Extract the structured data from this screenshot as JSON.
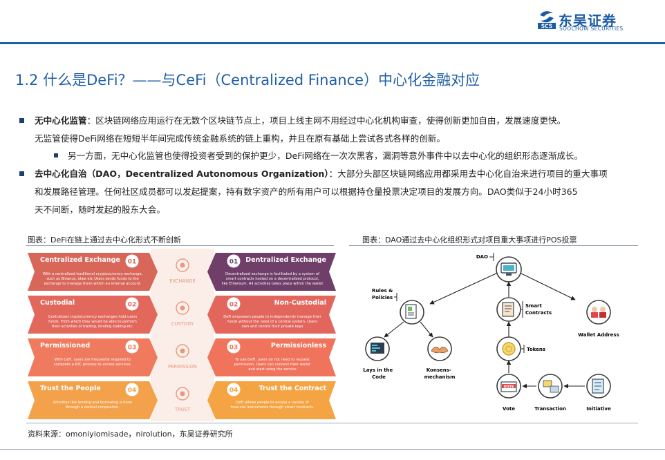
{
  "header": {
    "logo_cn": "东吴证券",
    "logo_en": "SOOCHOW SECURITIES",
    "logo_mark_text": "SCS",
    "title": "1.2 什么是DeFi？——与CeFi（Centralized Finance）中心化金融对应"
  },
  "body": {
    "p1_bold": "无中心化监管",
    "p1_line1": "：区块链网络应用运行在无数个区块链节点上，项目上线主网不用经过中心化机构审查，使得创新更加自由，发展速度更快。",
    "p1_line2": "无监管使得DeFi网络在短短半年间完成传统金融系统的链上重构，并且在原有基础上尝试各式各样的创新。",
    "p1_sub": "另一方面，无中心化监管也使得投资者受到的保护更少，DeFi网络在一次次黑客，漏洞等意外事件中以去中心化的组织形态逐渐成长。",
    "p2_bold": "去中心化自治（DAO，Decentralized Autonomous Organization）",
    "p2_line1": "：大部分头部区块链网络应用都采用去中心化自治来进行项目的重大事项",
    "p2_line2": "和发展路径管理。任何社区成员都可以发起提案，持有数字资产的所有用户可以根据持仓量投票决定项目的发展方向。DAO类似于24小时365",
    "p2_line3": "天不间断，随时发起的股东大会。"
  },
  "figure_left": {
    "caption": "图表：DeFi在链上通过去中心化形式不断创新",
    "rows": [
      {
        "left_title": "Centralized Exchange",
        "left_num": "01",
        "left_desc": [
          "With a centralized traditional cryptocurrency exchange,",
          "such as Binance, okex etc Users sends funds to the",
          "exchange to manage them within an internal account."
        ],
        "center_label": "EXCHANGE",
        "right_num": "01",
        "right_title": "Dentralized Exchange",
        "right_desc": [
          "Decentralized exchange is facilitated by a system of",
          "smart contracts hosted on a decentralized protocol,",
          "like Ethereum. All activities takes place within the wallet"
        ],
        "left_color": "#d8675a",
        "right_color": "#6f3f69"
      },
      {
        "left_title": "Custodial",
        "left_num": "02",
        "left_desc": [
          "Centralized cryptocurrency exchanges hold users",
          "funds. From which they would be able to perform",
          "their activities of trading, lending staking etc."
        ],
        "center_label": "CUSTODY",
        "right_num": "02",
        "right_title": "Non-Custodial",
        "right_desc": [
          "DeFi empowers people to independently manage their",
          "funds without the need of a central system. Users",
          "own and control their private keys"
        ],
        "left_color": "#e3685c",
        "right_color": "#e3665d"
      },
      {
        "left_title": "Permissioned",
        "left_num": "03",
        "left_desc": [
          "With CeFi, users are frequently required to",
          "complete a KYC process to access services."
        ],
        "center_label": "PERMISSION",
        "right_num": "03",
        "right_title": "Permissionless",
        "right_desc": [
          "To use DeFi, users do not need to request",
          "permission. Users can connect their wallet",
          "and start using the service"
        ],
        "left_color": "#ef7a5e",
        "right_color": "#f0735c"
      },
      {
        "left_title": "Trust the People",
        "left_num": "04",
        "left_desc": [
          "Activities like lending and borrowing is done",
          "through a central corporation."
        ],
        "center_label": "TRUST",
        "right_num": "04",
        "right_title": "Trust the Contract",
        "right_desc": [
          "DeFi allows people to access a variety of",
          "financial instruments through smart contracts."
        ],
        "left_color": "#f3a24b",
        "right_color": "#f5a443"
      }
    ],
    "colors": {
      "center_bg": "#fbeee8",
      "center_text": "#e8987e"
    }
  },
  "figure_right": {
    "caption": "图表：DAO通过去中心化组织形式对项目重大事项进行POS投票",
    "nodes": {
      "dao": "DAO",
      "rules": "Rules &\nPolicies",
      "smart": "Smart\nContracts",
      "wallet": "Wallet Address",
      "tokens": "Tokens",
      "lays": "Lays in the\nCode",
      "konsens": "Konsens-\nmechanism",
      "vote": "Vote",
      "vote_badge": "VOTE",
      "transaction": "Transaction",
      "initiative": "Initiative"
    }
  },
  "source": "资料来源：omoniyiomisade，nirolution，东吴证券研究所"
}
